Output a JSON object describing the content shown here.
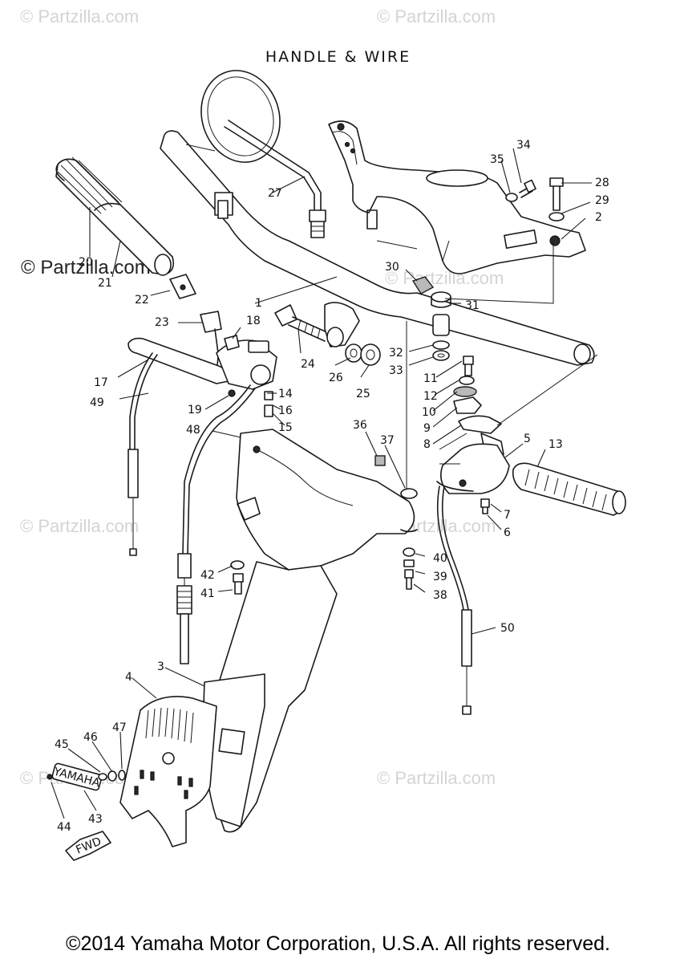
{
  "title": "HANDLE & WIRE",
  "copyright": "©2014 Yamaha Motor Corporation, U.S.A. All rights reserved.",
  "watermarks": {
    "faint": "© Partzilla.com",
    "strong": "© Partzilla.com"
  },
  "emblem_text": "YAMAHA",
  "fwd_text": "FWD",
  "part_numbers": [
    "1",
    "2",
    "3",
    "4",
    "5",
    "6",
    "7",
    "8",
    "9",
    "10",
    "11",
    "12",
    "13",
    "14",
    "15",
    "16",
    "17",
    "18",
    "19",
    "20",
    "21",
    "22",
    "23",
    "24",
    "25",
    "26",
    "27",
    "28",
    "29",
    "30",
    "31",
    "32",
    "33",
    "34",
    "35",
    "36",
    "37",
    "38",
    "39",
    "40",
    "41",
    "42",
    "43",
    "44",
    "45",
    "46",
    "47",
    "48",
    "49",
    "50"
  ]
}
